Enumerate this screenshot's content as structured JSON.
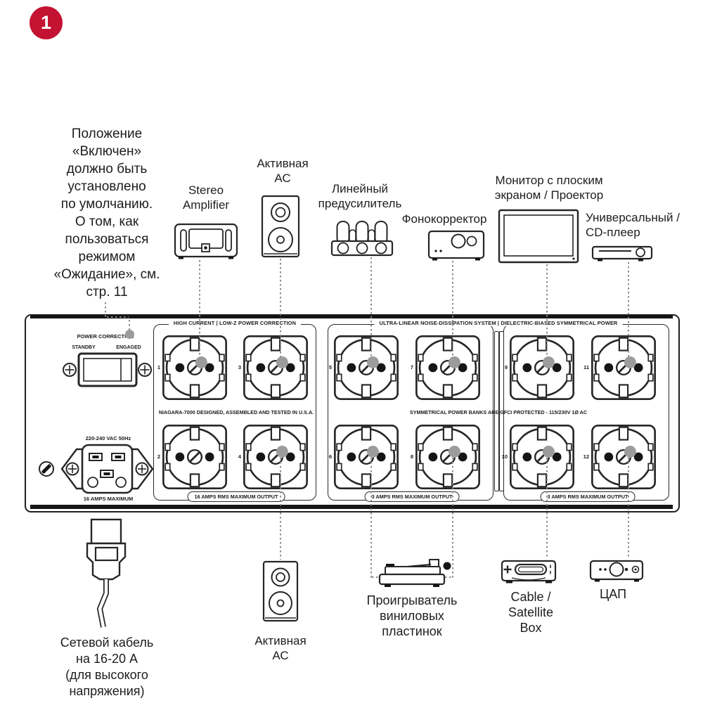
{
  "badge": {
    "number": "1"
  },
  "note": {
    "text": "Положение\n«Включен»\nдолжно быть\nустановлено\nпо умолчанию.\nО том, как\nпользоваться\nрежимом\n«Ожидание», см.\nстр. 11"
  },
  "devices": {
    "stereo_amplifier": {
      "label": "Stereo\nAmplifier"
    },
    "active_speaker_top": {
      "label": "Активная\nАС"
    },
    "line_preamp": {
      "label": "Линейный\nпредусилитель"
    },
    "phono_stage": {
      "label": "Фонокорректор"
    },
    "monitor": {
      "label": "Монитор с плоским\nэкраном / Проектор"
    },
    "cd_player": {
      "label": "Универсальный /\nCD-плеер"
    },
    "power_cable": {
      "label": "Сетевой кабель\nна 16-20 А\n(для высокого\nнапряжения)"
    },
    "active_speaker_bottom": {
      "label": "Активная\nАС"
    },
    "turntable": {
      "label": "Проигрыватель\nвиниловых\nпластинок"
    },
    "cable_satellite_box": {
      "label": "Cable /\nSatellite\nBox"
    },
    "dac": {
      "label": "ЦАП"
    }
  },
  "panel": {
    "power_correction": {
      "title": "POWER CORRECTION",
      "standby": "STANDBY",
      "engaged": "ENGAGED"
    },
    "inlet": {
      "top_label": "220-240 VAC 50Hz",
      "bottom_label": "16 AMPS MAXIMUM"
    },
    "banks": {
      "bank1": {
        "header": "HIGH CURRENT | LOW-Z POWER CORRECTION",
        "mid": "NIAGARA-7000  DESIGNED, ASSEMBLED AND TESTED IN U.S.A.",
        "footer": "16 AMPS RMS MAXIMUM OUTPUT"
      },
      "bank23": {
        "header": "ULTRA-LINEAR NOISE-DISSIPATION SYSTEM | DIELECTRIC-BIASED SYMMETRICAL POWER",
        "mid": "SYMMETRICAL POWER BANKS ARE GFCI PROTECTED  -  115/230V 1Ø AC"
      },
      "bank2_footer": "3 AMPS RMS MAXIMUM OUTPUT",
      "bank3_footer": "3 AMPS RMS MAXIMUM OUTPUT"
    },
    "outlets": [
      {
        "number": "1",
        "connected": true
      },
      {
        "number": "2",
        "connected": false
      },
      {
        "number": "3",
        "connected": true
      },
      {
        "number": "4",
        "connected": true
      },
      {
        "number": "5",
        "connected": true
      },
      {
        "number": "6",
        "connected": true
      },
      {
        "number": "7",
        "connected": true
      },
      {
        "number": "8",
        "connected": true
      },
      {
        "number": "9",
        "connected": true
      },
      {
        "number": "10",
        "connected": true
      },
      {
        "number": "11",
        "connected": true
      },
      {
        "number": "12",
        "connected": true
      }
    ]
  },
  "colors": {
    "badge_red": "#c41233",
    "line_art": "#262626",
    "connector_gray": "#9c9c9c"
  }
}
